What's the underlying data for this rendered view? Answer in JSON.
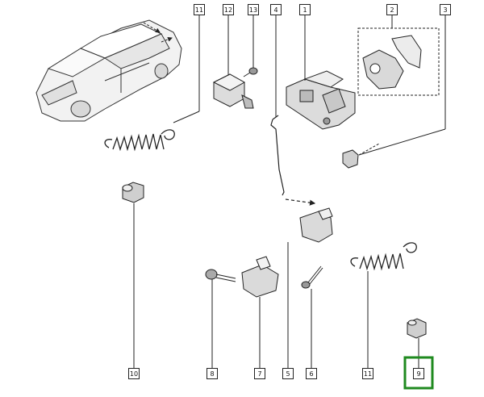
{
  "callouts": {
    "c11a": "11",
    "c12": "12",
    "c13": "13",
    "c4": "4",
    "c1": "1",
    "c2": "2",
    "c3": "3",
    "c10": "10",
    "c8": "8",
    "c7": "7",
    "c5": "5",
    "c6": "6",
    "c11b": "11",
    "c9": "9"
  },
  "colors": {
    "highlight": "#1f8a1f",
    "line": "#222222"
  }
}
